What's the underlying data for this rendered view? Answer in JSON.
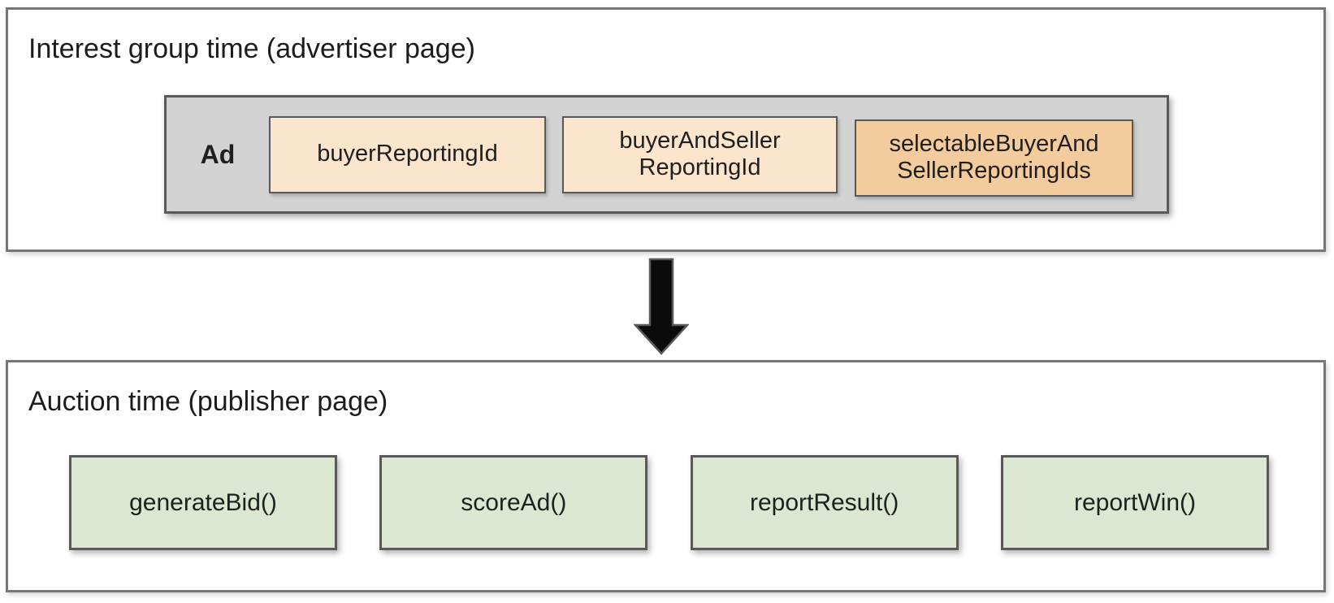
{
  "diagram": {
    "interest_group": {
      "title": "Interest group time (advertiser page)",
      "ad_label": "Ad",
      "reporting_ids": [
        {
          "label": "buyerReportingId",
          "variant": "peach"
        },
        {
          "label": "buyerAndSeller\nReportingId",
          "variant": "peach"
        },
        {
          "label": "selectableBuyerAnd\nSellerReportingIds",
          "variant": "orange"
        }
      ]
    },
    "arrow": {
      "name": "down-arrow",
      "direction": "down"
    },
    "auction": {
      "title": "Auction time (publisher page)",
      "functions": [
        {
          "label": "generateBid()"
        },
        {
          "label": "scoreAd()"
        },
        {
          "label": "reportResult()"
        },
        {
          "label": "reportWin()"
        }
      ]
    },
    "colors": {
      "peach": "#FCE5CD",
      "orange": "#F4CB9C",
      "green": "#DBE7D1",
      "ad_container_gray": "#D3D3D3",
      "box_border_dark": "#595959",
      "outer_border_gray": "#767676",
      "arrow_black": "#0B0B0B"
    }
  }
}
